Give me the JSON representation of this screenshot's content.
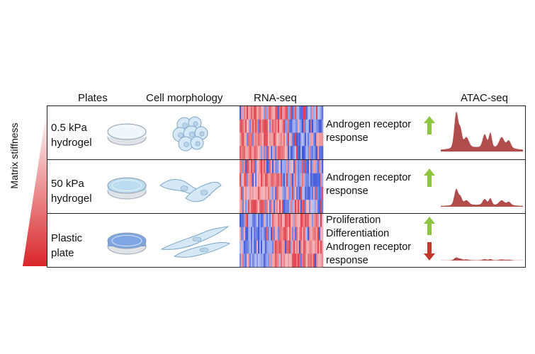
{
  "headers": {
    "plates": "Plates",
    "morphology": "Cell morphology",
    "rnaseq": "RNA-seq",
    "atacseq": "ATAC-seq"
  },
  "axis": {
    "label": "Matrix stiffness",
    "gradient_color": "#d9262b"
  },
  "rows": [
    {
      "label_line1": "0.5 kPa",
      "label_line2": "hydrogel",
      "results": [
        {
          "text": "Androgen receptor",
          "text2": "response",
          "direction": "up"
        }
      ],
      "atac_level": 1.0,
      "plate_color": "#eef5fb"
    },
    {
      "label_line1": "50 kPa",
      "label_line2": "hydrogel",
      "results": [
        {
          "text": "Androgen receptor",
          "text2": "response",
          "direction": "up"
        }
      ],
      "atac_level": 0.45,
      "plate_color": "#bcdcf0"
    },
    {
      "label_line1": "Plastic",
      "label_line2": "plate",
      "results": [
        {
          "text": "Proliferation",
          "direction": "up"
        },
        {
          "text": "Differentiation",
          "direction": "up"
        },
        {
          "text": "Androgen receptor",
          "text2": "response",
          "direction": "down"
        }
      ],
      "atac_level": 0.08,
      "plate_color": "#7fa6e3"
    }
  ],
  "colors": {
    "up_arrow": "#8cc63f",
    "down_arrow": "#c0392b",
    "atac_fill": "#a83a3a",
    "heat_red": "#e0404a",
    "heat_blue": "#3b55d9",
    "cell_fill": "#d6e8f5",
    "cell_stroke": "#7aa6c8"
  }
}
